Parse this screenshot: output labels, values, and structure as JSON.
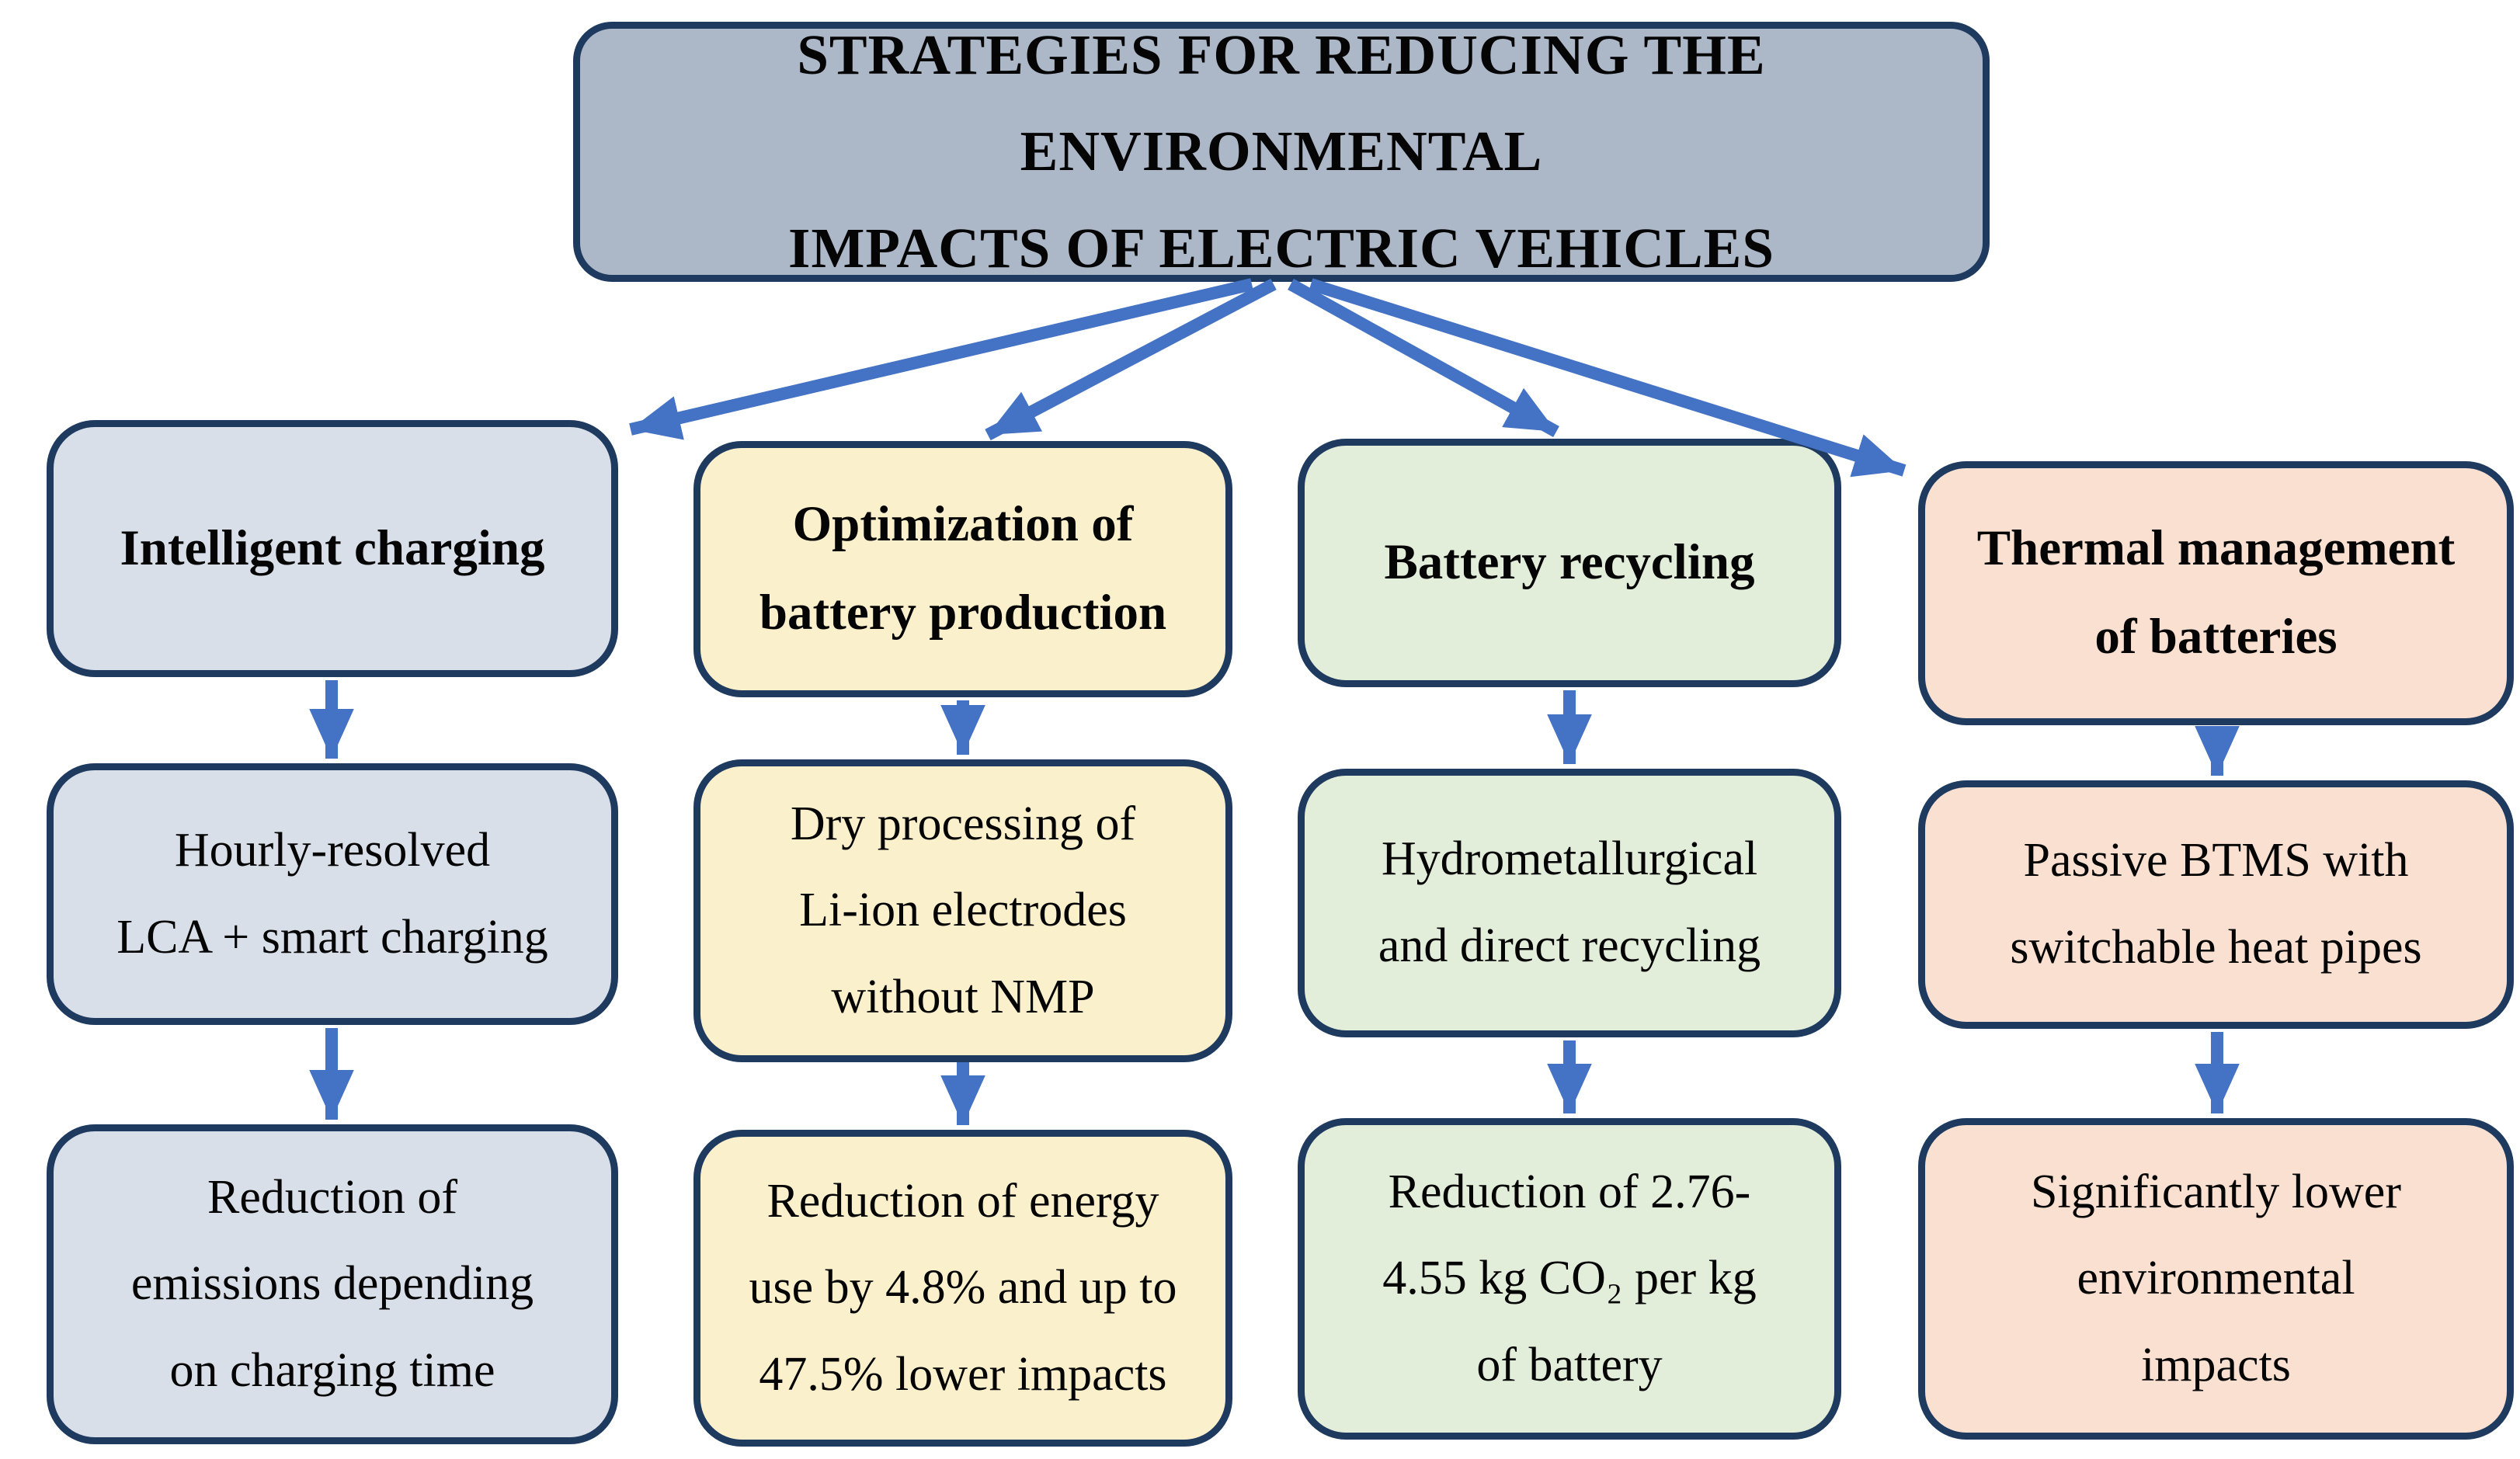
{
  "title": {
    "text": "STRATEGIES FOR REDUCING THE ENVIRONMENTAL\nIMPACTS OF ELECTRIC VEHICLES"
  },
  "columns": [
    {
      "id": "intelligent-charging",
      "header": "Intelligent charging",
      "method": "Hourly-resolved\nLCA + smart charging",
      "outcome": "Reduction of\nemissions depending\non charging time"
    },
    {
      "id": "battery-production-optimization",
      "header": "Optimization of\nbattery production",
      "method": "Dry processing of\nLi-ion electrodes\nwithout NMP",
      "outcome": "Reduction of energy\nuse by 4.8% and up to\n47.5% lower impacts"
    },
    {
      "id": "battery-recycling",
      "header": "Battery recycling",
      "method": "Hydrometallurgical\nand direct recycling",
      "outcome": "Reduction of 2.76-\n4.55 kg CO₂ per kg\nof battery"
    },
    {
      "id": "thermal-management",
      "header": "Thermal management\nof batteries",
      "method": "Passive BTMS with\nswitchable heat pipes",
      "outcome": "Significantly lower\nenvironmental\nimpacts"
    }
  ],
  "colors": {
    "title_fill": "#acb7c8",
    "border": "#1e3a5f",
    "arrow": "#4472c4",
    "column_fills": [
      "#d9dfe9",
      "#fbf0cc",
      "#e3eeda",
      "#f9e0d1"
    ]
  }
}
